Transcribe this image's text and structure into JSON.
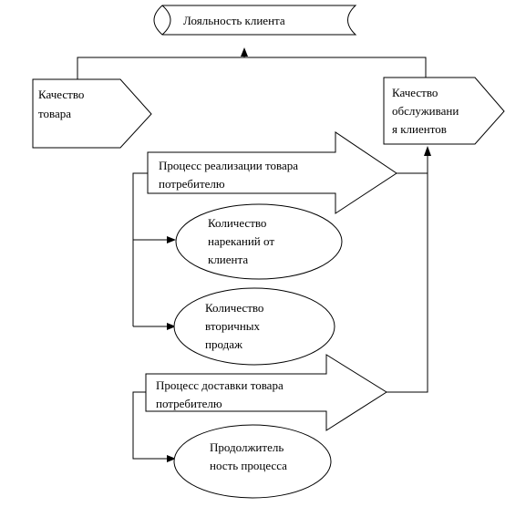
{
  "diagram": {
    "loyalty": "Лояльность клиента",
    "product_quality": [
      "Качество",
      "товара"
    ],
    "service_quality": [
      "Качество",
      "обслуживани",
      "я клиентов"
    ],
    "sales_process": [
      "Процесс реализации товара",
      "потребителю"
    ],
    "complaints": [
      "Количество",
      "нареканий от",
      "клиента"
    ],
    "repeat_sales": [
      "Количество",
      "вторичных",
      "продаж"
    ],
    "delivery_process": [
      "Процесс доставки товара",
      "потребителю"
    ],
    "duration": [
      "Продолжитель",
      "ность процесса"
    ]
  }
}
